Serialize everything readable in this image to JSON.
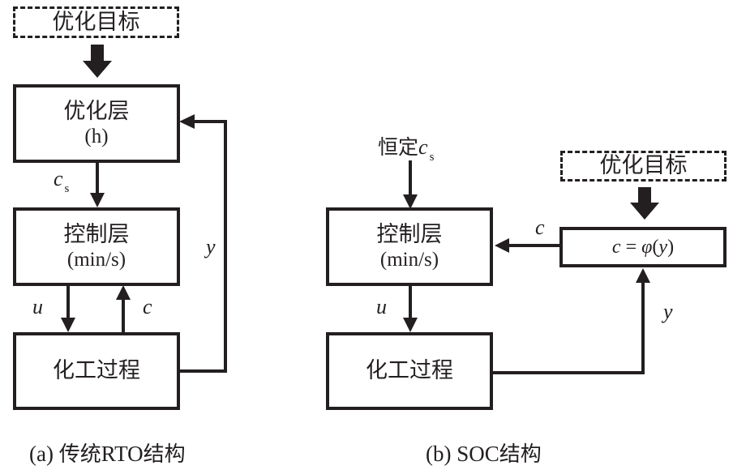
{
  "diagram_a": {
    "objective": "优化目标",
    "optimization_layer": {
      "title": "优化层",
      "subtitle": "(h)"
    },
    "control_layer": {
      "title": "控制层",
      "subtitle": "(min/s)"
    },
    "process": {
      "title": "化工过程"
    },
    "labels": {
      "cs": "c",
      "cs_sub": "s",
      "u": "u",
      "c": "c",
      "y": "y"
    },
    "caption_prefix": "(a) ",
    "caption_zh": "传统",
    "caption_rto": "RTO",
    "caption_suffix": "结构"
  },
  "diagram_b": {
    "constant_cs_zh": "恒定",
    "constant_cs": "c",
    "constant_cs_sub": "s",
    "objective": "优化目标",
    "function_block": {
      "c": "c",
      "eq": " = ",
      "phi": "φ",
      "open": "(",
      "y": "y",
      "close": ")"
    },
    "control_layer": {
      "title": "控制层",
      "subtitle": "(min/s)"
    },
    "process": {
      "title": "化工过程"
    },
    "labels": {
      "c": "c",
      "u": "u",
      "y": "y"
    },
    "caption_prefix": "(b) ",
    "caption_soc": "SOC",
    "caption_suffix": "结构"
  }
}
